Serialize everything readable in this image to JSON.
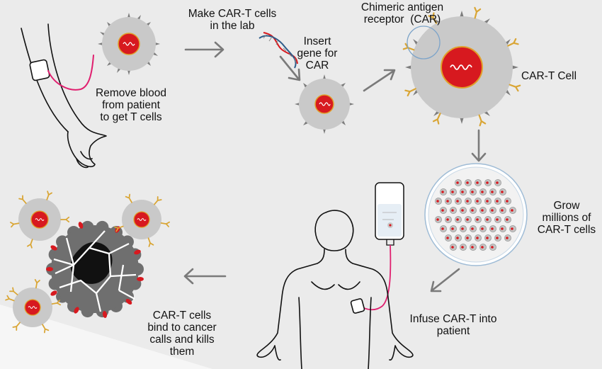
{
  "labels": {
    "remove_blood": "Remove blood\nfrom patient\nto get T cells",
    "make_cart": "Make CAR-T cells\nin the lab",
    "insert_gene": "Insert\ngene for\nCAR",
    "chimeric": "Chimeric antigen\nreceptor  (CAR)",
    "cart_cell": "CAR-T Cell",
    "grow": "Grow\nmillions of\nCAR-T cells",
    "infuse": "Infuse CAR-T into\npatient",
    "bind": "CAR-T cells\nbind to cancer\ncalls and kills\nthem"
  },
  "colors": {
    "background": "#ebebeb",
    "cell": "#c9c9c9",
    "nucleus": "#d7191f",
    "receptor": "#d9a534",
    "tube": "#e0206f",
    "arrow": "#7a7a7a",
    "cancer_cell": "#6f6f6f"
  },
  "icons": [
    "arm-icon",
    "t-cell-icon",
    "dna-icon",
    "car-t-cell-icon",
    "petri-dish-icon",
    "iv-bag-icon",
    "patient-icon",
    "cancer-cell-icon",
    "arrow-icon"
  ]
}
